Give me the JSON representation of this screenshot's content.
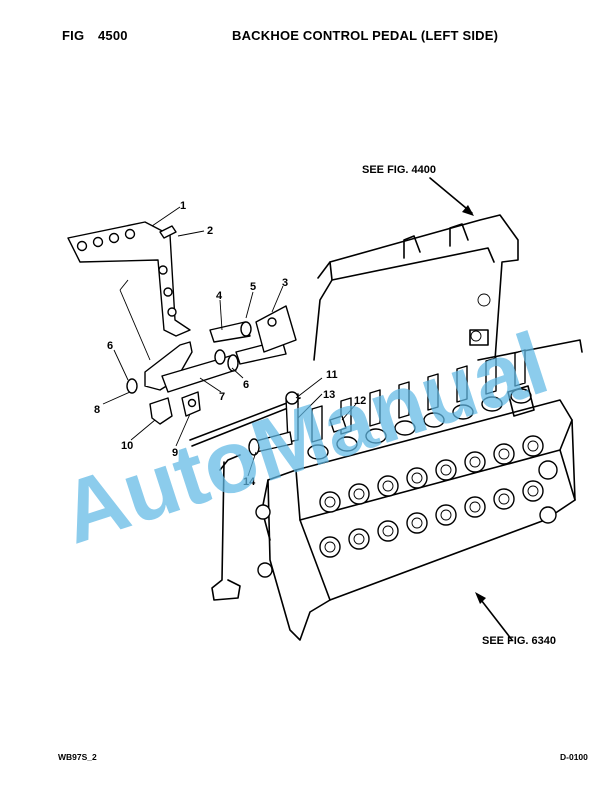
{
  "header": {
    "fig_label": "FIG",
    "fig_number": "4500",
    "title": "BACKHOE CONTROL PEDAL (LEFT SIDE)"
  },
  "references": {
    "top": "SEE FIG. 4400",
    "bottom": "SEE FIG. 6340"
  },
  "callouts": [
    "1",
    "2",
    "3",
    "4",
    "5",
    "6",
    "6",
    "7",
    "8",
    "9",
    "10",
    "11",
    "12",
    "13",
    "14"
  ],
  "watermark": "AutoManual",
  "footer": {
    "left": "WB97S_2",
    "right": "D-0100"
  },
  "colors": {
    "watermark": "#5fb8e4",
    "line": "#000000"
  }
}
